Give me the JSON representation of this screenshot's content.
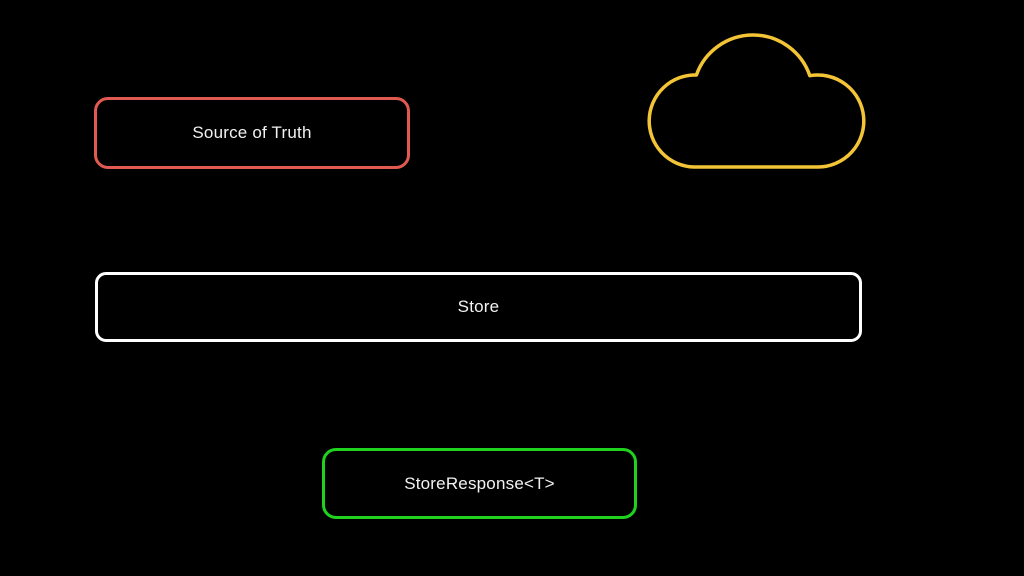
{
  "slide": {
    "background_color": "#000000",
    "text_color": "#f2f2f2",
    "diagram": {
      "source_of_truth": {
        "label": "Source of Truth",
        "border_color": "#e05a52"
      },
      "store": {
        "label": "Store",
        "border_color": "#ffffff"
      },
      "store_response": {
        "label": "StoreResponse<T>",
        "border_color": "#1ed21e"
      },
      "cloud": {
        "icon": "cloud-icon",
        "outline_color": "#f3c536"
      }
    }
  }
}
